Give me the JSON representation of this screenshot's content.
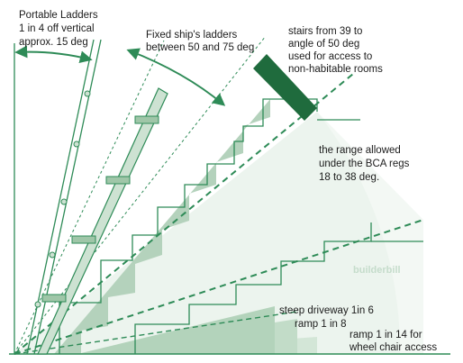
{
  "labels": {
    "portable_ladders": [
      "Portable Ladders",
      "1 in 4 off vertical",
      "approx. 15 deg"
    ],
    "ships_ladders": [
      "Fixed ship's ladders",
      "between 50 and 75 deg"
    ],
    "steep_stairs": [
      "stairs from 39 to",
      "angle of 50 deg",
      "used for access to",
      "non-habitable rooms"
    ],
    "bca_range": [
      "the range allowed",
      "under the BCA regs",
      "18 to 38 deg."
    ],
    "driveway": "steep driveway 1in 6",
    "ramp_8": "ramp 1 in 8",
    "ramp_14": [
      "ramp 1 in 14 for",
      "wheel chair access"
    ],
    "watermark": "builderbill"
  },
  "colors": {
    "line": "#2e8b57",
    "dark_green": "#1f6b3d",
    "stair_shade": "#b4d2bc",
    "range_band": "#e8f1ea",
    "ladder_fill": "#cde2d2",
    "text": "#1b1b1b"
  }
}
